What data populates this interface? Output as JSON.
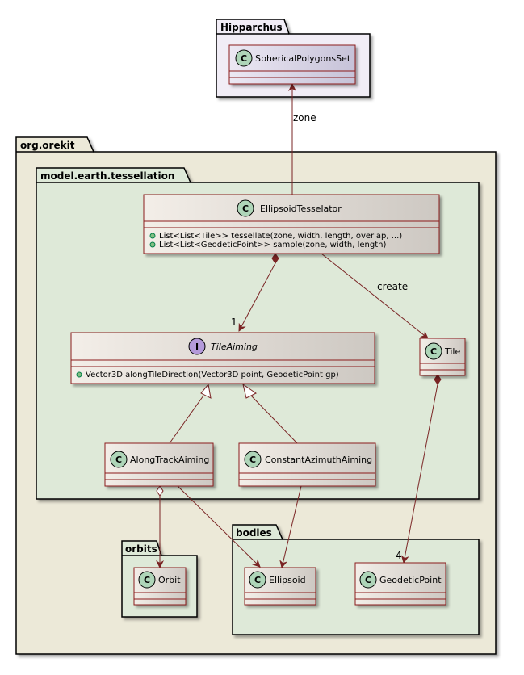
{
  "packages": {
    "hipparchus": "Hipparchus",
    "orekit": "org.orekit",
    "tessellation": "model.earth.tessellation",
    "orbits": "orbits",
    "bodies": "bodies"
  },
  "classes": {
    "spherical": {
      "name": "SphericalPolygonsSet",
      "kind": "C"
    },
    "tesselator": {
      "name": "EllipsoidTesselator",
      "kind": "C",
      "methods": [
        "List<List<Tile>> tessellate(zone, width, length, overlap, ...)",
        "List<List<GeodeticPoint>> sample(zone, width, length)"
      ]
    },
    "tileaiming": {
      "name": "TileAiming",
      "kind": "I",
      "methods": [
        "Vector3D alongTileDirection(Vector3D point, GeodeticPoint gp)"
      ]
    },
    "tile": {
      "name": "Tile",
      "kind": "C"
    },
    "alongtrack": {
      "name": "AlongTrackAiming",
      "kind": "C"
    },
    "constazimuth": {
      "name": "ConstantAzimuthAiming",
      "kind": "C"
    },
    "orbit": {
      "name": "Orbit",
      "kind": "C"
    },
    "ellipsoid": {
      "name": "Ellipsoid",
      "kind": "C"
    },
    "geodetic": {
      "name": "GeodeticPoint",
      "kind": "C"
    }
  },
  "edges": {
    "zone": "zone",
    "create": "create",
    "mult_tileaiming": "1",
    "mult_geodetic": "4"
  },
  "colors": {
    "package_outer": "#ece9d8",
    "package_inner": "#dee9d8",
    "package_hipparchus": "#f1edf6",
    "class_border": "#8b1a1a",
    "circle_class": "#aed5b8",
    "circle_interface": "#b49ada",
    "arrow": "#7a2424"
  }
}
